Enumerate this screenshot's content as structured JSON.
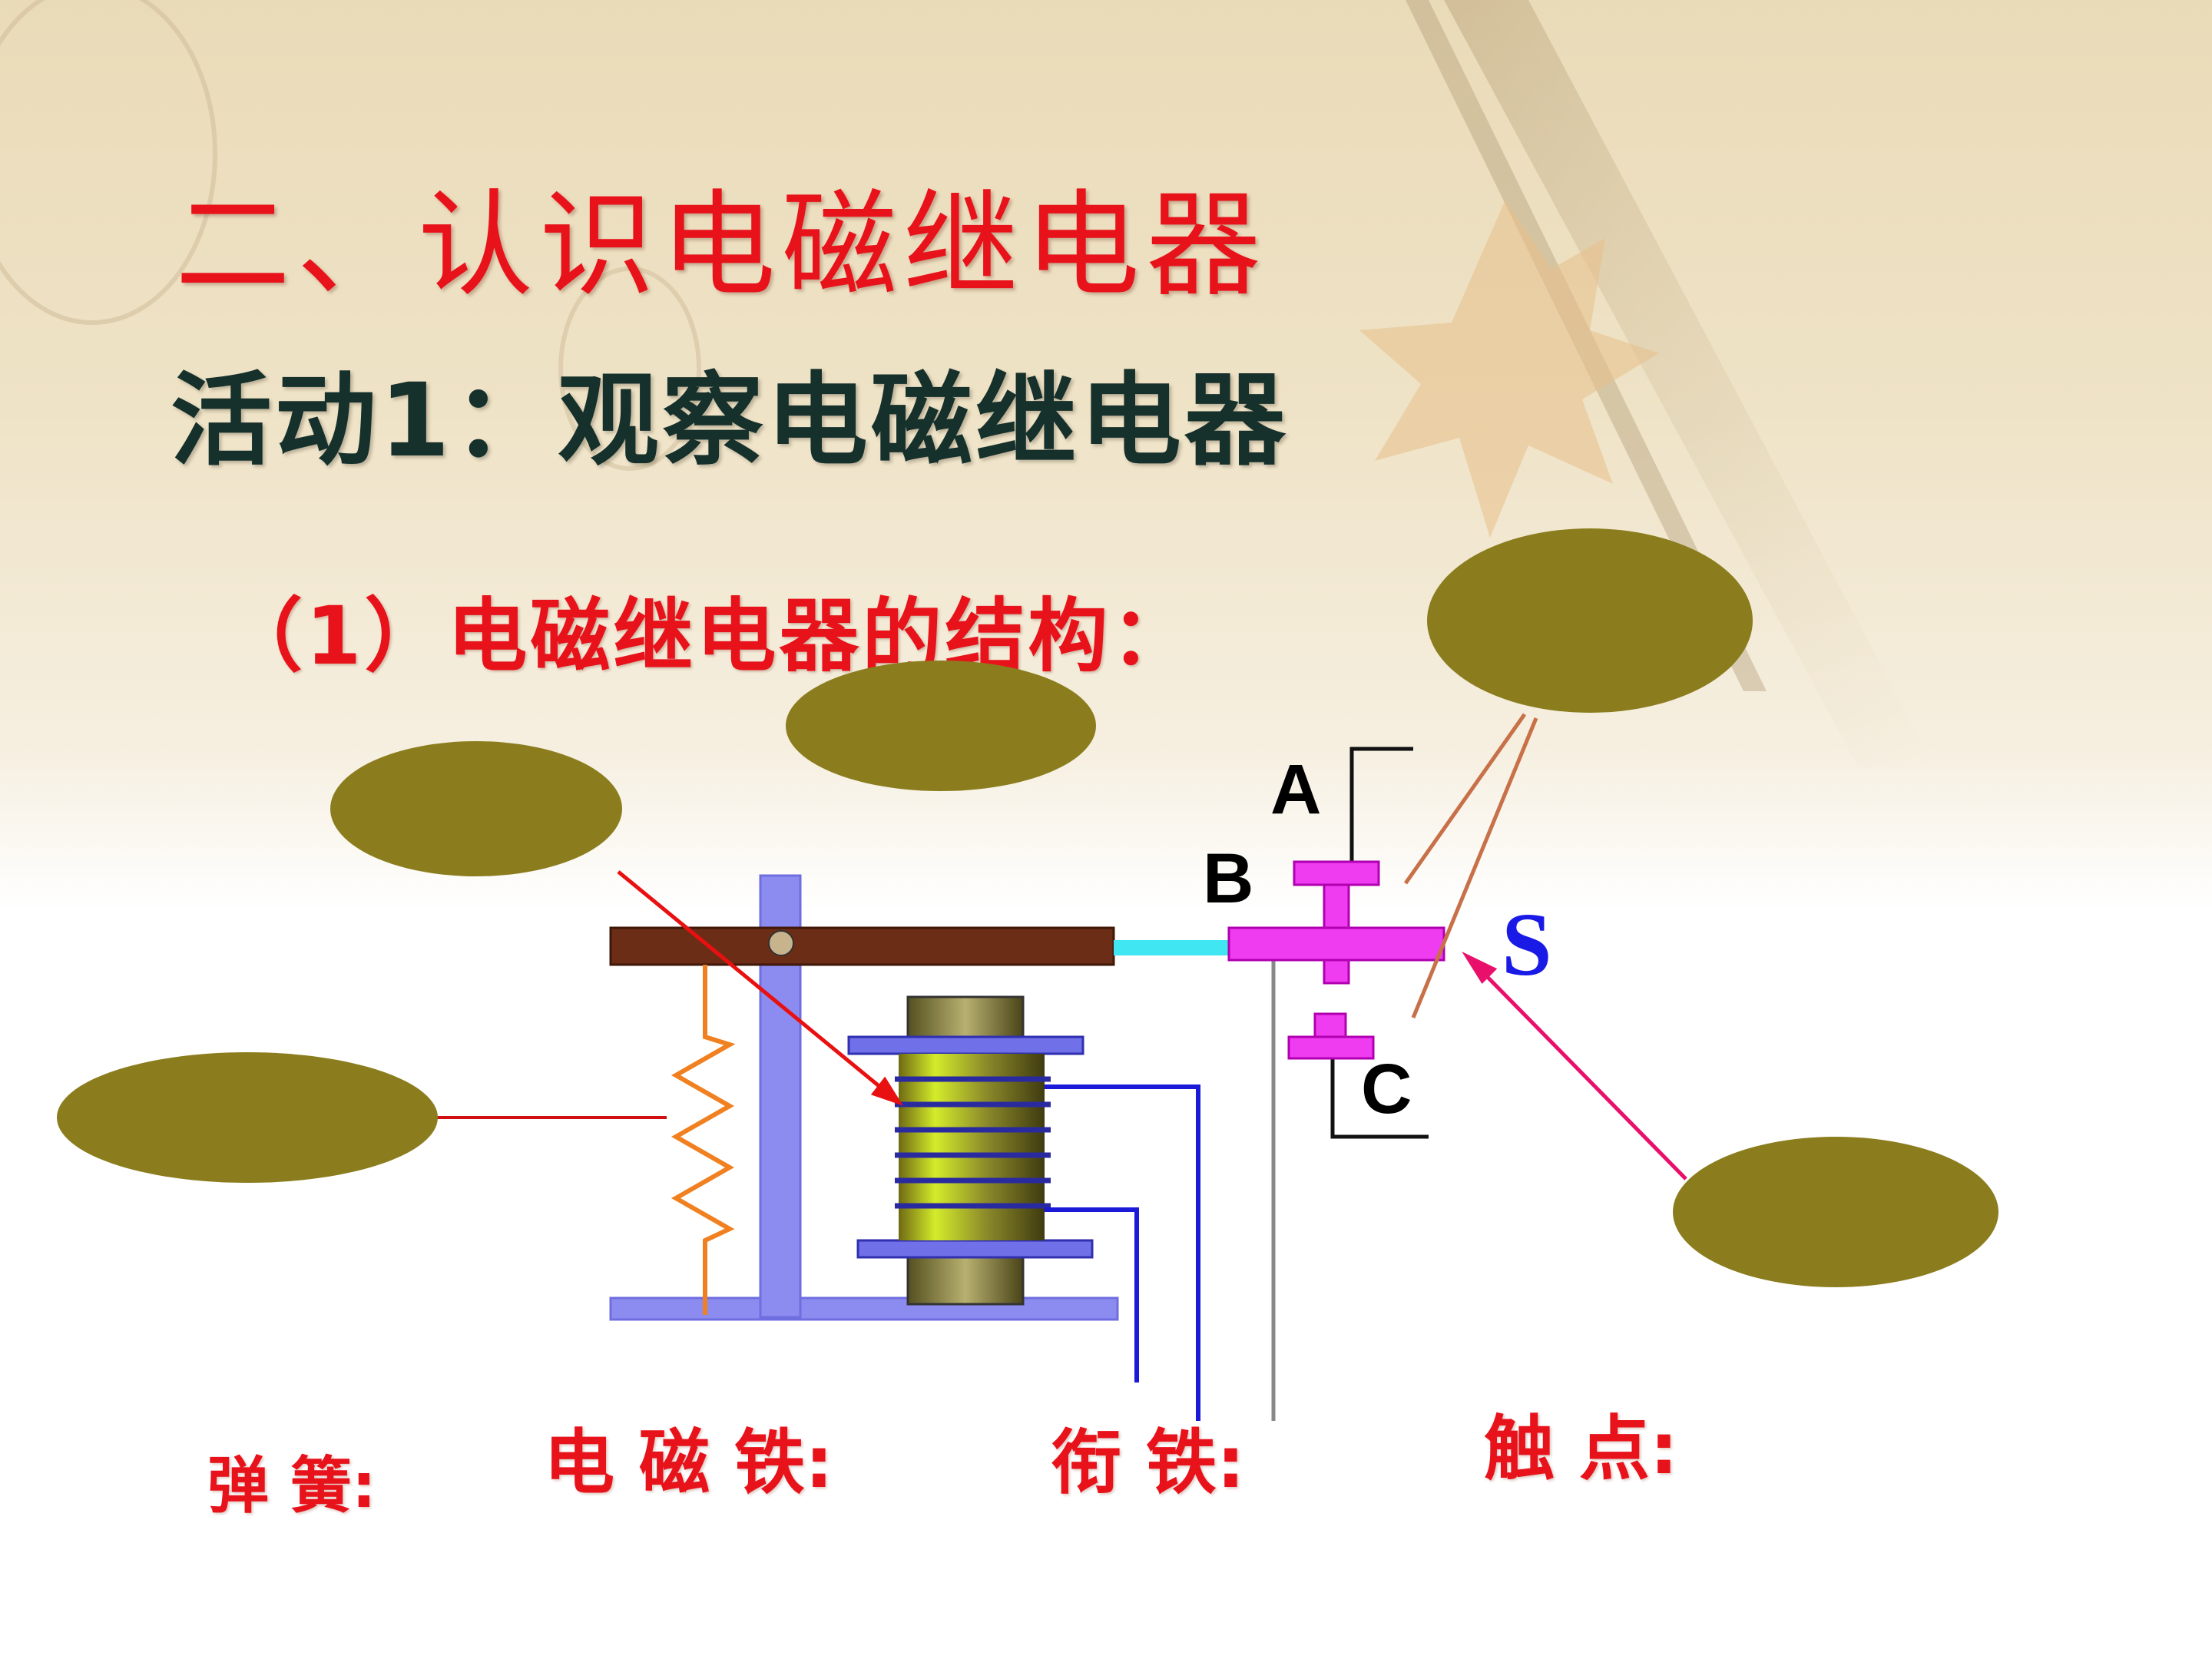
{
  "slide": {
    "title": "二、认识电磁继电器",
    "activity": "活动1：观察电磁继电器",
    "subtitle": "（1）电磁继电器的结构："
  },
  "diagram": {
    "contact_labels": {
      "a": "A",
      "b": "B",
      "c": "C"
    },
    "switch_label": "S",
    "callout_color": "#8b7d1e"
  },
  "labels": {
    "spring": "弹 簧:",
    "electromagnet": "电 磁 铁:",
    "armature": "衔   铁:",
    "contact": "触    点:"
  }
}
